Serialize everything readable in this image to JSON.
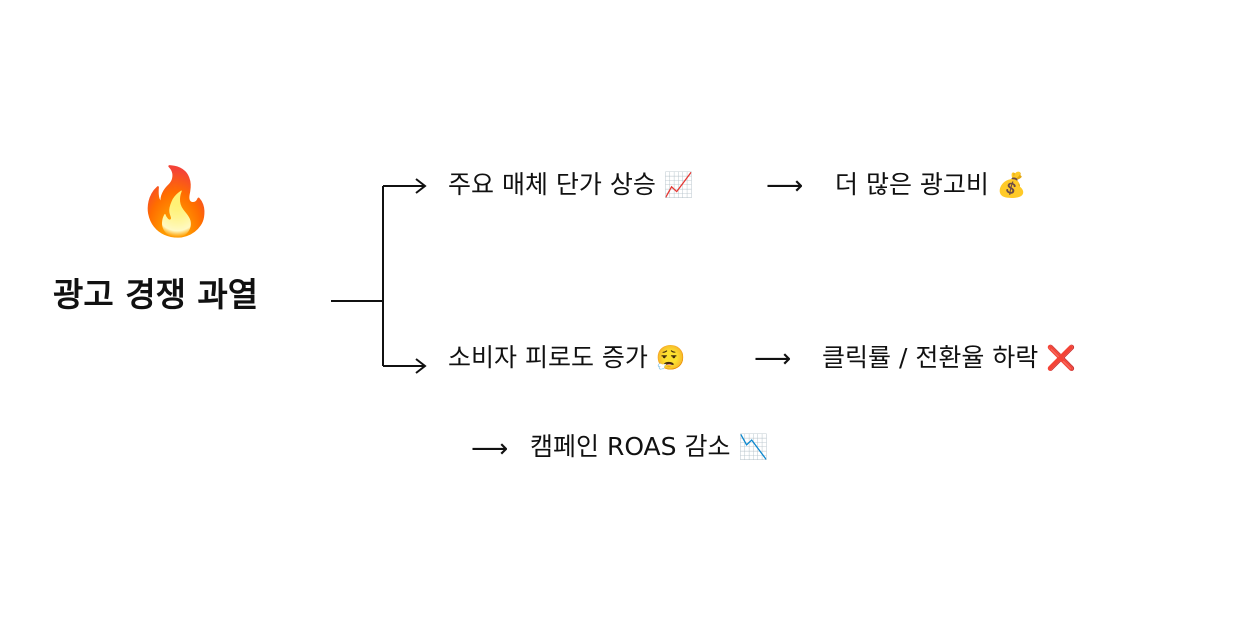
{
  "root": {
    "icon": "🔥",
    "label": "광고 경쟁 과열"
  },
  "branches": [
    {
      "label": "주요 매체 단가 상승",
      "icon": "📈",
      "arrow": "⟶",
      "result": "더 많은 광고비",
      "result_icon": "💰"
    },
    {
      "label": "소비자 피로도 증가",
      "icon": "😮‍💨",
      "arrow": "⟶",
      "result": "클릭률 / 전환율 하락",
      "result_icon": "❌"
    }
  ],
  "final": {
    "arrow": "⟶",
    "label": "캠페인 ROAS 감소",
    "icon": "📉"
  }
}
